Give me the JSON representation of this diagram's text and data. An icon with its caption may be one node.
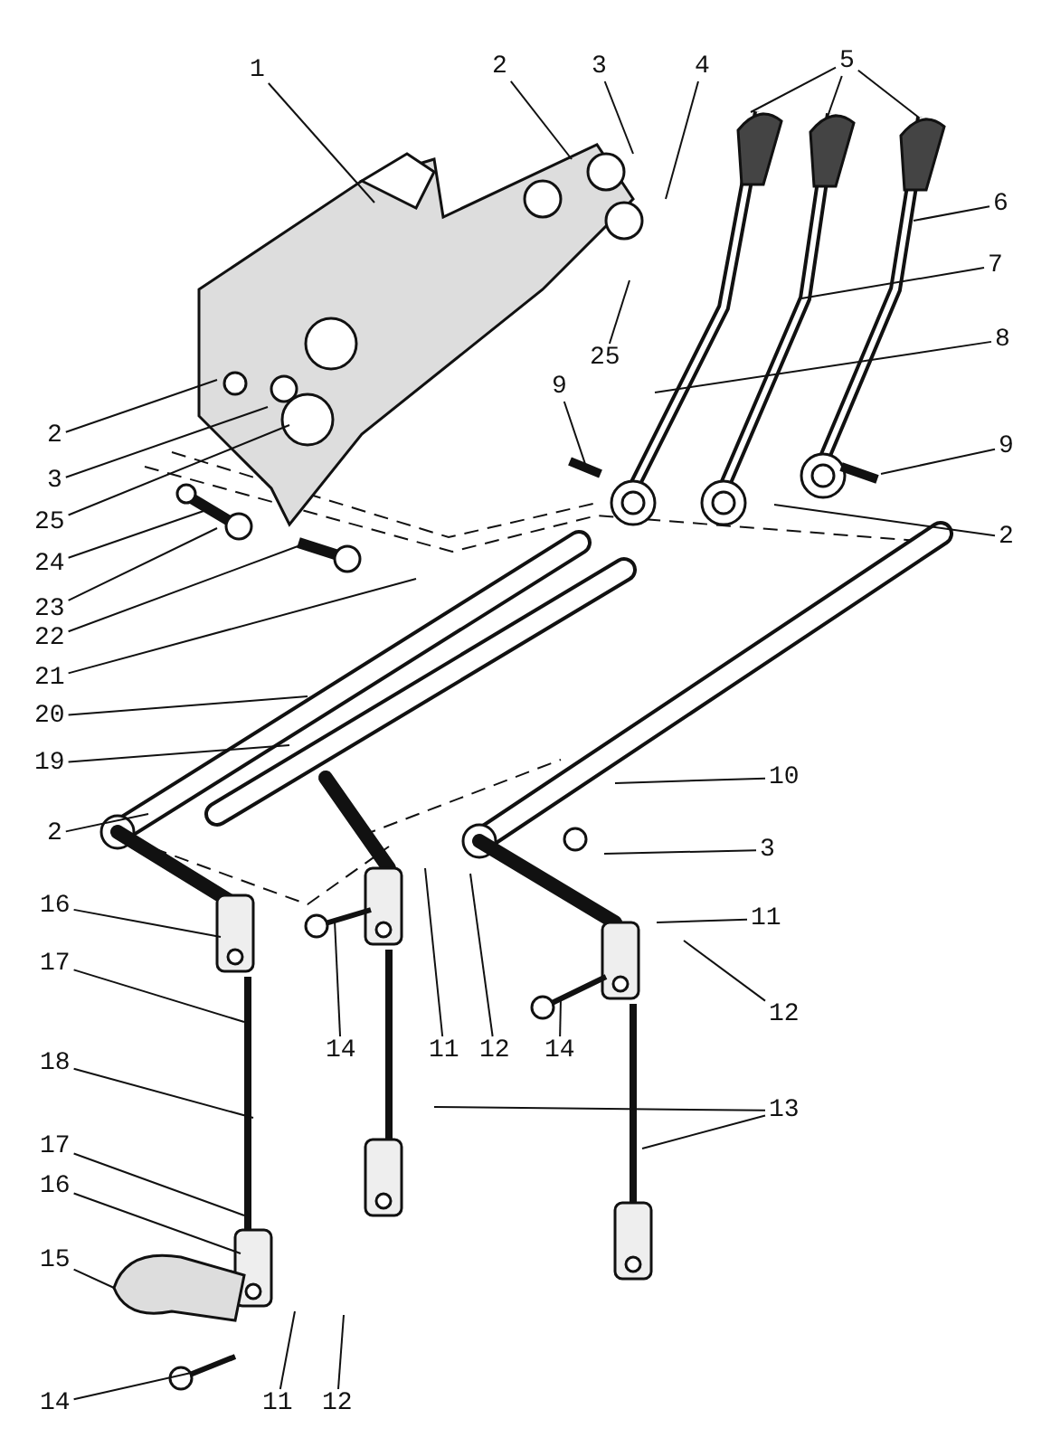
{
  "diagram": {
    "nodes": [
      {
        "text": [
          "1"
        ]
      },
      {
        "text": [
          "2"
        ]
      },
      {
        "text": [
          "3"
        ]
      },
      {
        "text": [
          "4"
        ]
      },
      {
        "text": [
          "5"
        ]
      },
      {
        "text": [
          "6"
        ]
      },
      {
        "text": [
          "7"
        ]
      },
      {
        "text": [
          "8"
        ]
      },
      {
        "text": [
          "9"
        ]
      },
      {
        "text": [
          "9"
        ]
      },
      {
        "text": [
          "2"
        ]
      },
      {
        "text": [
          "25"
        ]
      },
      {
        "text": [
          "2"
        ]
      },
      {
        "text": [
          "3"
        ]
      },
      {
        "text": [
          "25"
        ]
      },
      {
        "text": [
          "24"
        ]
      },
      {
        "text": [
          "23"
        ]
      },
      {
        "text": [
          "22"
        ]
      },
      {
        "text": [
          "21"
        ]
      },
      {
        "text": [
          "20"
        ]
      },
      {
        "text": [
          "19"
        ]
      },
      {
        "text": [
          "2"
        ]
      },
      {
        "text": [
          "10"
        ]
      },
      {
        "text": [
          "3"
        ]
      },
      {
        "text": [
          "11"
        ]
      },
      {
        "text": [
          "12"
        ]
      },
      {
        "text": [
          "16"
        ]
      },
      {
        "text": [
          "17"
        ]
      },
      {
        "text": [
          "18"
        ]
      },
      {
        "text": [
          "14"
        ]
      },
      {
        "text": [
          "11"
        ]
      },
      {
        "text": [
          "12"
        ]
      },
      {
        "text": [
          "13"
        ]
      },
      {
        "text": [
          "14"
        ]
      },
      {
        "text": [
          "17"
        ]
      },
      {
        "text": [
          "16"
        ]
      },
      {
        "text": [
          "15"
        ]
      },
      {
        "text": [
          "14"
        ]
      },
      {
        "text": [
          "11"
        ]
      },
      {
        "text": [
          "12"
        ]
      }
    ],
    "edges": [
      {
        "from": 0,
        "to": null,
        "arrow": "none"
      },
      {
        "from": 1,
        "to": null,
        "arrow": "none"
      },
      {
        "from": 2,
        "to": null,
        "arrow": "none"
      },
      {
        "from": 3,
        "to": null,
        "arrow": "none"
      },
      {
        "from": 4,
        "to": null,
        "arrow": "none"
      },
      {
        "from": 4,
        "to": null,
        "arrow": "none"
      },
      {
        "from": 4,
        "to": null,
        "arrow": "none"
      },
      {
        "from": 5,
        "to": null,
        "arrow": "none"
      },
      {
        "from": 6,
        "to": null,
        "arrow": "none"
      },
      {
        "from": 7,
        "to": null,
        "arrow": "none"
      },
      {
        "from": 8,
        "to": null,
        "arrow": "none"
      },
      {
        "from": 9,
        "to": null,
        "arrow": "none"
      },
      {
        "from": 10,
        "to": null,
        "arrow": "none"
      },
      {
        "from": 11,
        "to": null,
        "arrow": "none"
      },
      {
        "from": 12,
        "to": null,
        "arrow": "none"
      },
      {
        "from": 13,
        "to": null,
        "arrow": "none"
      },
      {
        "from": 14,
        "to": null,
        "arrow": "none"
      },
      {
        "from": 15,
        "to": null,
        "arrow": "none"
      },
      {
        "from": 16,
        "to": null,
        "arrow": "none"
      },
      {
        "from": 17,
        "to": null,
        "arrow": "none"
      },
      {
        "from": 18,
        "to": null,
        "arrow": "none"
      },
      {
        "from": 19,
        "to": null,
        "arrow": "none"
      },
      {
        "from": 20,
        "to": null,
        "arrow": "none"
      },
      {
        "from": 21,
        "to": null,
        "arrow": "none"
      },
      {
        "from": 22,
        "to": null,
        "arrow": "none"
      },
      {
        "from": 23,
        "to": null,
        "arrow": "none"
      },
      {
        "from": 24,
        "to": null,
        "arrow": "none"
      },
      {
        "from": 25,
        "to": null,
        "arrow": "none"
      },
      {
        "from": 26,
        "to": null,
        "arrow": "none"
      },
      {
        "from": 27,
        "to": null,
        "arrow": "none"
      },
      {
        "from": 28,
        "to": null,
        "arrow": "none"
      },
      {
        "from": 29,
        "to": null,
        "arrow": "none"
      },
      {
        "from": 30,
        "to": null,
        "arrow": "none"
      },
      {
        "from": 31,
        "to": null,
        "arrow": "none"
      },
      {
        "from": 32,
        "to": null,
        "arrow": "none"
      },
      {
        "from": 32,
        "to": null,
        "arrow": "none"
      },
      {
        "from": 33,
        "to": null,
        "arrow": "none"
      },
      {
        "from": 34,
        "to": null,
        "arrow": "none"
      },
      {
        "from": 35,
        "to": null,
        "arrow": "none"
      },
      {
        "from": 36,
        "to": null,
        "arrow": "none"
      },
      {
        "from": 37,
        "to": null,
        "arrow": "none"
      },
      {
        "from": 38,
        "to": null,
        "arrow": "none"
      },
      {
        "from": 39,
        "to": null,
        "arrow": "none"
      }
    ]
  }
}
